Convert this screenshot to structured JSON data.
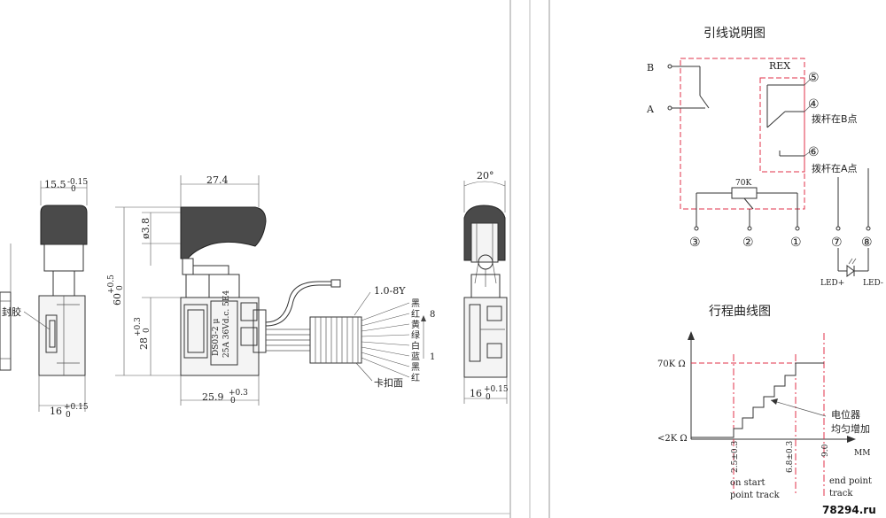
{
  "dims": {
    "d_155": "15.5",
    "d_155_tol": "-0.15",
    "d_155_tol0": "0",
    "d_274": "27.4",
    "d_20": "20°",
    "d_38": "ø3.8",
    "d_60": "60",
    "d_60_tol": "+0.5",
    "d_60_tol0": "0",
    "d_28": "28",
    "d_28_tol": "+0.3",
    "d_28_tol0": "0",
    "d_259": "25.9",
    "d_259_tol": "+0.3",
    "d_259_tol0": "0",
    "d_16a": "16",
    "d_16a_tol": "+0.15",
    "d_16a_tol0": "0",
    "d_16b": "16",
    "d_16b_tol": "+0.15",
    "d_16b_tol0": "0"
  },
  "labels": {
    "seal": "封胶",
    "wire": "1.0-8Y",
    "clip": "卡扣面",
    "wire_colors": [
      "黑",
      "红",
      "黄",
      "绿",
      "白",
      "蓝",
      "黑",
      "红"
    ],
    "idx_top": "8",
    "idx_bottom": "1",
    "body_text": [
      "DS03-2  μ",
      "25A 36Vd.c. 5E4"
    ]
  },
  "wiring": {
    "title": "引线说明图",
    "rex": "REX",
    "b": "B",
    "a": "A",
    "res": "70K",
    "pin5": "⑤",
    "pin4": "④",
    "pin6": "⑥",
    "pin4_text": "拨杆在B点",
    "pin6_text": "拨杆在A点",
    "pin3": "③",
    "pin2": "②",
    "pin1": "①",
    "pin7": "⑦",
    "pin8": "⑧",
    "led_plus": "LED+",
    "led_minus": "LED-"
  },
  "travel": {
    "title": "行程曲线图",
    "y_top": "70K Ω",
    "y_bottom": "<2K Ω",
    "x1": "2.5±0.3",
    "x2": "6.8±0.3",
    "x3": "9.0",
    "x_unit": "MM",
    "pot_1": "电位器",
    "pot_2": "均匀增加",
    "start_1": "on start",
    "start_2": "point track",
    "end_1": "end point",
    "end_2": "track"
  },
  "watermark": "78294.ru"
}
